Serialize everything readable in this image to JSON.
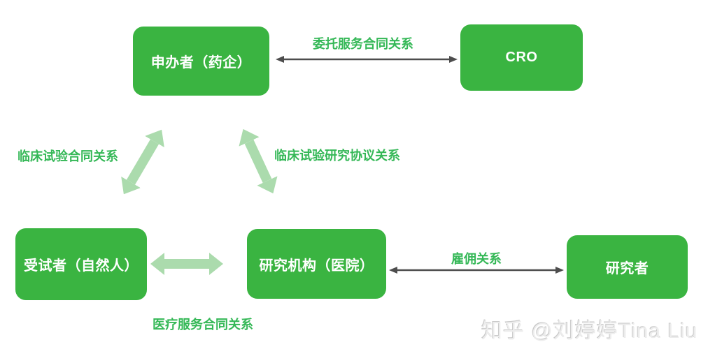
{
  "diagram": {
    "nodes": [
      {
        "id": "sponsor",
        "label": "申办者（药企）"
      },
      {
        "id": "cro",
        "label": "CRO"
      },
      {
        "id": "subject",
        "label": "受试者（自然人）"
      },
      {
        "id": "institution",
        "label": "研究机构（医院）"
      },
      {
        "id": "researcher",
        "label": "研究者"
      }
    ],
    "edges": [
      {
        "id": "sponsor-cro",
        "label": "委托服务合同关系",
        "style": "thin-dark-double-arrow"
      },
      {
        "id": "sponsor-subject",
        "label": "临床试验合同关系",
        "style": "thick-light-double-arrow"
      },
      {
        "id": "sponsor-institution",
        "label": "临床试验研究协议关系",
        "style": "thick-light-double-arrow"
      },
      {
        "id": "subject-institution",
        "label": "医疗服务合同关系",
        "style": "thick-light-double-arrow"
      },
      {
        "id": "institution-researcher",
        "label": "雇佣关系",
        "style": "thin-dark-double-arrow"
      }
    ]
  },
  "watermark": {
    "text": "知乎 @刘婷婷Tina Liu"
  },
  "colors": {
    "node_green": "#3ab441",
    "label_green": "#35b857",
    "light_arrow_green": "#abdbad",
    "dark_arrow_gray": "#4d4d4d",
    "background": "#ffffff",
    "node_text": "#ffffff",
    "watermark_gray": "#ececec"
  }
}
